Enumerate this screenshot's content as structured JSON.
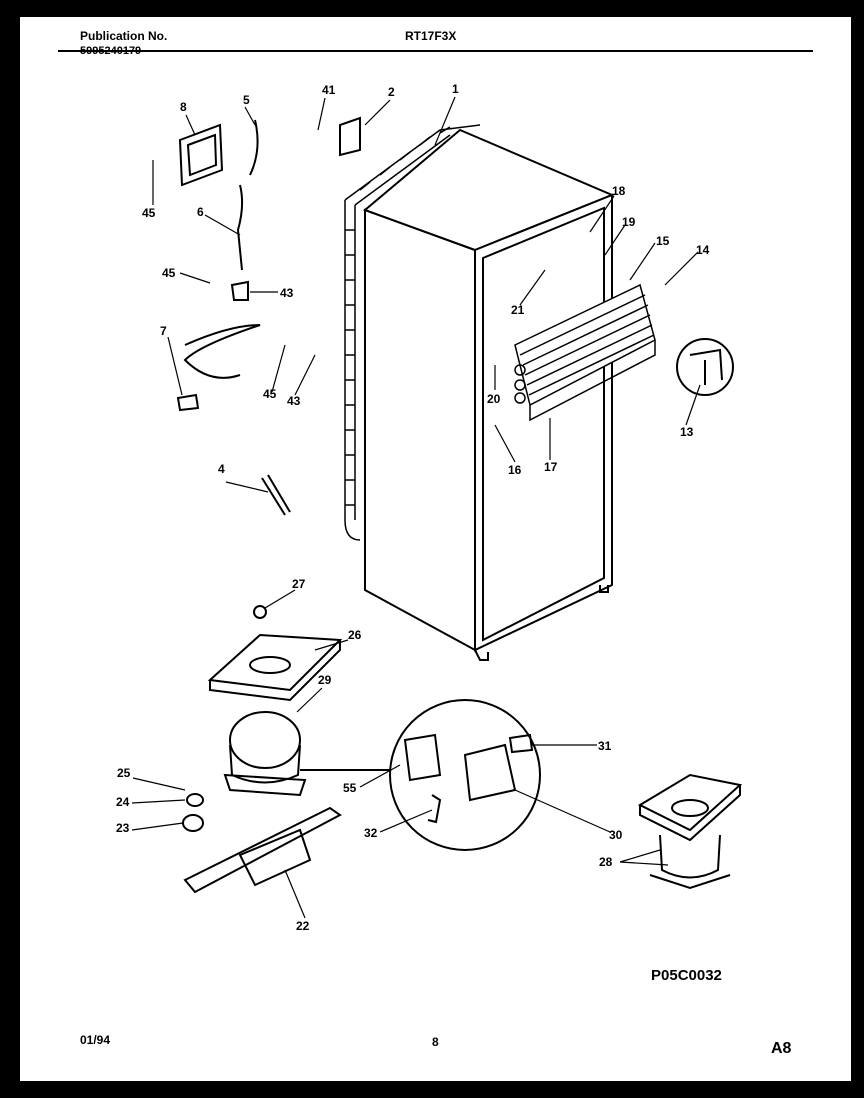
{
  "header": {
    "publication_label": "Publication No.",
    "publication_number": "5995240179",
    "model": "RT17F3X"
  },
  "footer": {
    "date": "01/94",
    "page_number": "8",
    "diagram_code": "P05C0032",
    "section": "A8"
  },
  "parts": {
    "p1": "1",
    "p2": "2",
    "p4": "4",
    "p5": "5",
    "p6": "6",
    "p7": "7",
    "p8": "8",
    "p13": "13",
    "p14": "14",
    "p15": "15",
    "p16": "16",
    "p17": "17",
    "p18": "18",
    "p19": "19",
    "p20": "20",
    "p21": "21",
    "p22": "22",
    "p23": "23",
    "p24": "24",
    "p25": "25",
    "p26": "26",
    "p27": "27",
    "p28": "28",
    "p29": "29",
    "p30": "30",
    "p31": "31",
    "p32": "32",
    "p41": "41",
    "p43a": "43",
    "p43b": "43",
    "p45a": "45",
    "p45b": "45",
    "p45c": "45",
    "p55": "55"
  }
}
